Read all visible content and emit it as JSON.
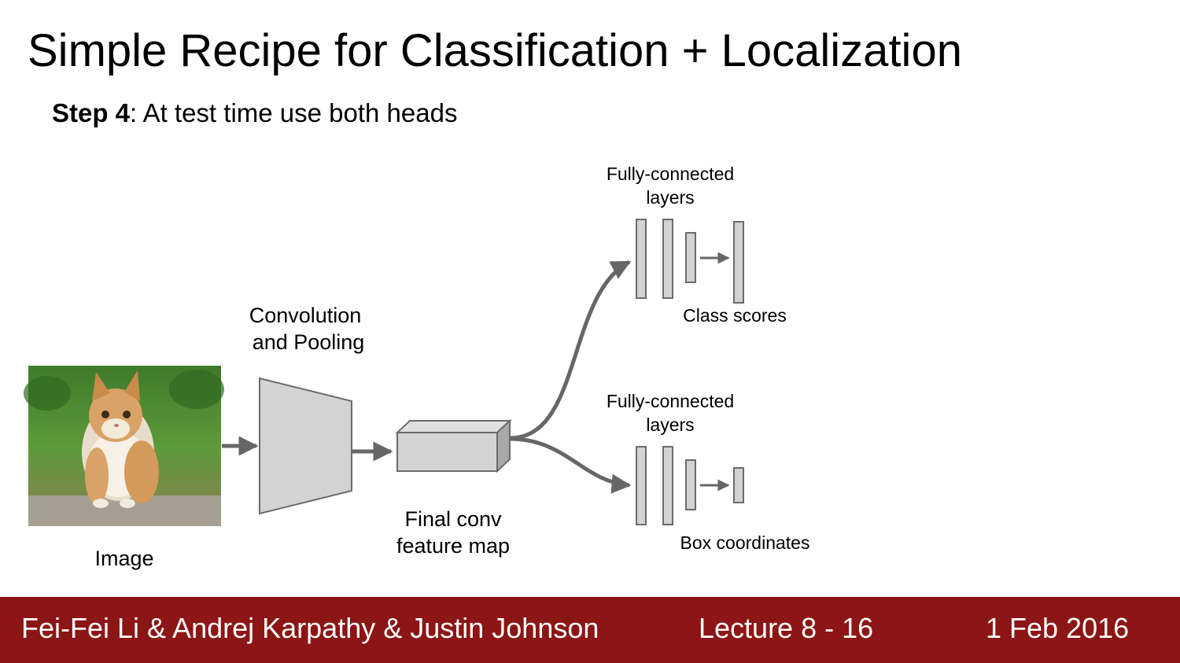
{
  "slide": {
    "title": "Simple Recipe for Classification + Localization",
    "step_bold": "Step 4",
    "step_text": ": At test time use both heads"
  },
  "diagram": {
    "image_label": "Image",
    "conv_label_line1": "Convolution",
    "conv_label_line2": "and Pooling",
    "feature_label_line1": "Final conv",
    "feature_label_line2": "feature map",
    "fc_top_line1": "Fully-connected",
    "fc_top_line2": "layers",
    "class_scores": "Class scores",
    "fc_bottom_line1": "Fully-connected",
    "fc_bottom_line2": "layers",
    "box_coordinates": "Box coordinates",
    "image_icon": "kitten-photo",
    "colors": {
      "block_fill": "#d3d3d3",
      "block_stroke": "#6b6b6b",
      "arrow": "#666666"
    }
  },
  "footer": {
    "authors": "Fei-Fei Li & Andrej Karpathy & Justin Johnson",
    "lecture": "Lecture 8 - 16",
    "date": "1 Feb 2016",
    "background": "#8c1515"
  }
}
